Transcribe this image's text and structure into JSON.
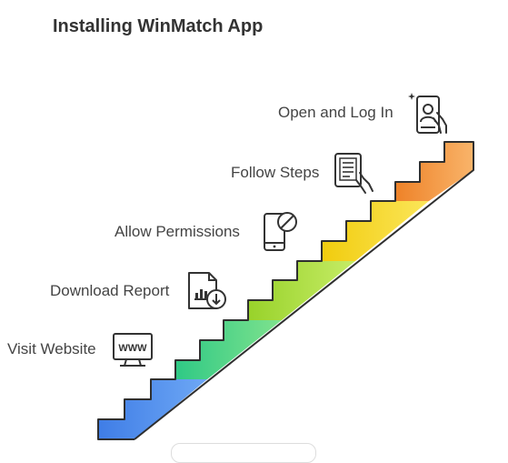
{
  "title": "Installing WinMatch App",
  "steps": [
    {
      "label": "Visit Website",
      "icon": "www-monitor-icon",
      "color": "#4a86e8"
    },
    {
      "label": "Download Report",
      "icon": "download-report-icon",
      "color": "#3ccf86"
    },
    {
      "label": "Allow Permissions",
      "icon": "phone-blocked-icon",
      "color": "#a8d83a"
    },
    {
      "label": "Follow Steps",
      "icon": "tablet-checklist-icon",
      "color": "#f3d81a"
    },
    {
      "label": "Open and Log In",
      "icon": "phone-login-icon",
      "color": "#f2943a"
    }
  ],
  "icon_text": {
    "www": "WWW"
  }
}
